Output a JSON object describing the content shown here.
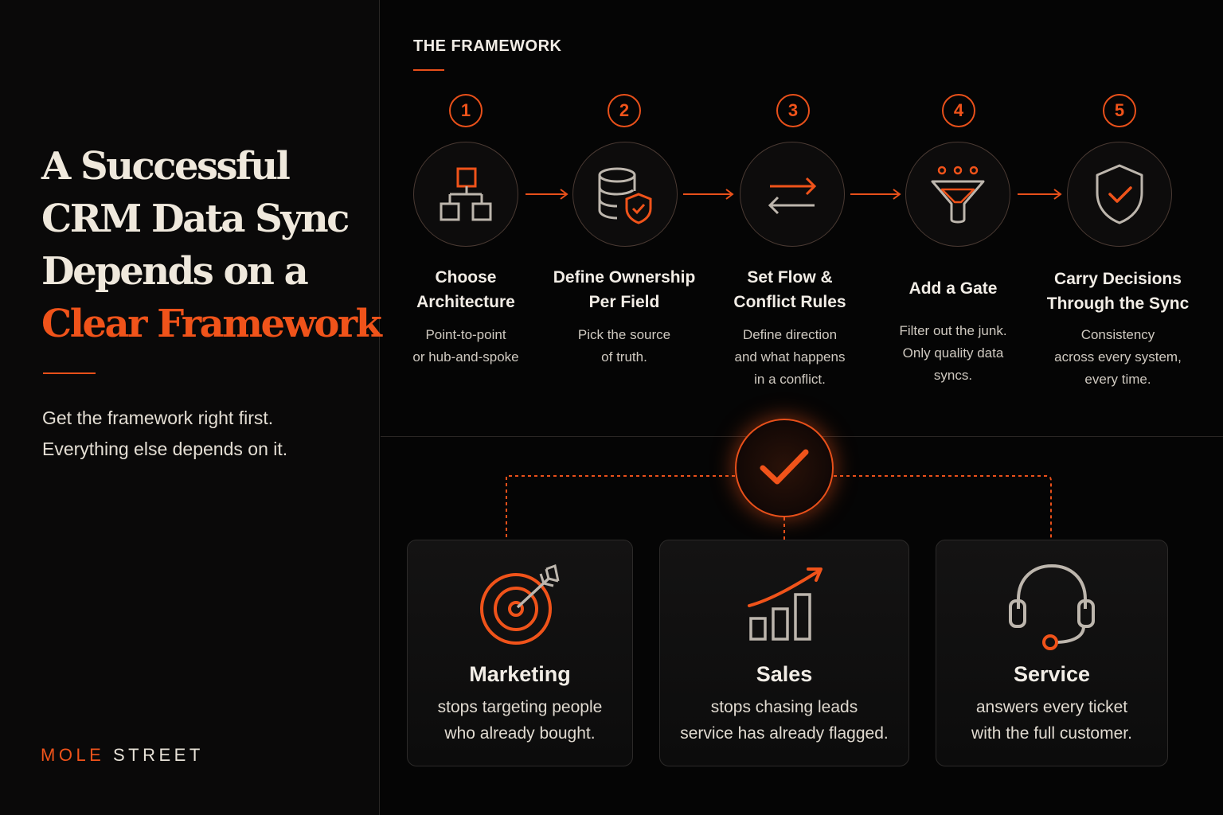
{
  "headline": {
    "line1": "A Successful",
    "line2": "CRM Data Sync",
    "line3": "Depends on a",
    "accent": "Clear Framework"
  },
  "subtitle": {
    "line1": "Get the framework right first.",
    "line2": "Everything else depends on it."
  },
  "brand": {
    "part1": "MOLE",
    "part2": "STREET"
  },
  "section_label": "THE FRAMEWORK",
  "steps": [
    {
      "num": "1",
      "icon": "hierarchy-icon",
      "title1": "Choose",
      "title2": "Architecture",
      "desc1": "Point-to-point",
      "desc2": "or hub-and-spoke",
      "desc3": ""
    },
    {
      "num": "2",
      "icon": "database-shield-icon",
      "title1": "Define Ownership",
      "title2": "Per Field",
      "desc1": "Pick the source",
      "desc2": "of truth.",
      "desc3": ""
    },
    {
      "num": "3",
      "icon": "bidirectional-arrows-icon",
      "title1": "Set Flow &",
      "title2": "Conflict Rules",
      "desc1": "Define direction",
      "desc2": "and what happens",
      "desc3": "in a conflict."
    },
    {
      "num": "4",
      "icon": "funnel-icon",
      "title1": "Add a Gate",
      "title2": "",
      "desc1": "Filter out the junk.",
      "desc2": "Only quality data",
      "desc3": "syncs."
    },
    {
      "num": "5",
      "icon": "shield-check-icon",
      "title1": "Carry Decisions",
      "title2": "Through the Sync",
      "desc1": "Consistency",
      "desc2": "across every system,",
      "desc3": "every time."
    }
  ],
  "outcomes": [
    {
      "icon": "target-icon",
      "title": "Marketing",
      "desc1": "stops targeting people",
      "desc2": "who already bought."
    },
    {
      "icon": "bar-chart-trend-icon",
      "title": "Sales",
      "desc1": "stops chasing leads",
      "desc2": "service has already flagged."
    },
    {
      "icon": "headset-icon",
      "title": "Service",
      "desc1": "answers every ticket",
      "desc2": "with the full customer."
    }
  ],
  "colors": {
    "accent": "#f0531a",
    "background": "#050505",
    "text": "#efe8dc"
  }
}
